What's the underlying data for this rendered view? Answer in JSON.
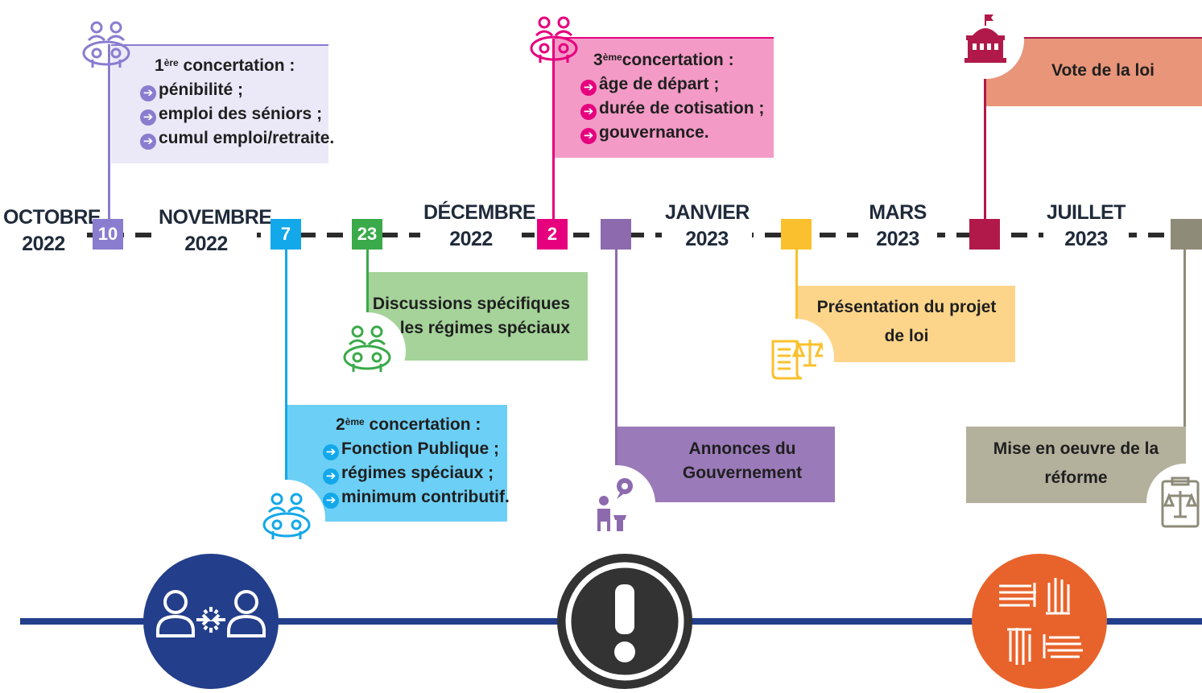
{
  "months": [
    {
      "name": "OCTOBRE",
      "year": "2022"
    },
    {
      "name": "NOVEMBRE",
      "year": "2022"
    },
    {
      "name": "DÉCEMBRE",
      "year": "2022"
    },
    {
      "name": "JANVIER",
      "year": "2023"
    },
    {
      "name": "MARS",
      "year": "2023"
    },
    {
      "name": "JUILLET",
      "year": "2023"
    }
  ],
  "markers": [
    {
      "label": "10",
      "color": "#8a7ccf"
    },
    {
      "label": "7",
      "color": "#13a8e9"
    },
    {
      "label": "23",
      "color": "#3aaa4a"
    },
    {
      "label": "2",
      "color": "#e6007e"
    },
    {
      "label": "",
      "color": "#8d6aae"
    },
    {
      "label": "",
      "color": "#fbc02d"
    },
    {
      "label": "",
      "color": "#b0194a"
    },
    {
      "label": "",
      "color": "#8e8b78"
    }
  ],
  "events": {
    "c1": {
      "title_num": "1",
      "title_sup": "ère",
      "title_rest": " concertation :",
      "items": [
        "pénibilité ;",
        "emploi des séniors ;",
        "cumul emploi/retraite."
      ],
      "color": "#ebe9f8",
      "accent": "#8a7ccf"
    },
    "c2": {
      "title_num": "2",
      "title_sup": "ème",
      "title_rest": " concertation :",
      "items": [
        "Fonction Publique ;",
        "régimes spéciaux ;",
        "minimum contributif."
      ],
      "color": "#6ccff6",
      "accent": "#13a8e9"
    },
    "c3": {
      "title_num": "3",
      "title_sup": "ème",
      "title_rest": "concertation :",
      "items": [
        "âge de départ ;",
        "durée de cotisation ;",
        "gouvernance."
      ],
      "color": "#f39ac6",
      "accent": "#e6007e"
    },
    "discussions": {
      "line1": "Discussions spécifiques",
      "line2": "sur les régimes spéciaux",
      "color": "#a5d39a",
      "accent": "#3aaa4a"
    },
    "annonces": {
      "line1": "Annonces du",
      "line2": "Gouvernement",
      "color": "#9a7ab8",
      "accent": "#8d6aae"
    },
    "presentation": {
      "line1": "Présentation du projet",
      "line2": "de loi",
      "color": "#fdd58a",
      "accent": "#fbc02d"
    },
    "vote": {
      "line1": "Vote de la loi",
      "color": "#e8957a",
      "accent": "#b0194a"
    },
    "mise": {
      "line1": "Mise en oeuvre de la",
      "line2": "réforme",
      "color": "#b3b09c",
      "accent": "#8e8b78"
    }
  },
  "icons": {
    "meeting": "meeting-table-icon",
    "scroll": "scales-scroll-icon",
    "speaker": "speaker-podium-icon",
    "building": "parliament-building-icon",
    "clipboard": "scales-clipboard-icon",
    "dialogue": "dialogue-people-icon",
    "alert": "exclamation-icon",
    "hands": "joined-hands-icon"
  },
  "bottom": {
    "bar_color": "#233e8a",
    "circles": [
      {
        "color": "#233e8a"
      },
      {
        "color": "#333333"
      },
      {
        "color": "#e8632b"
      }
    ]
  }
}
